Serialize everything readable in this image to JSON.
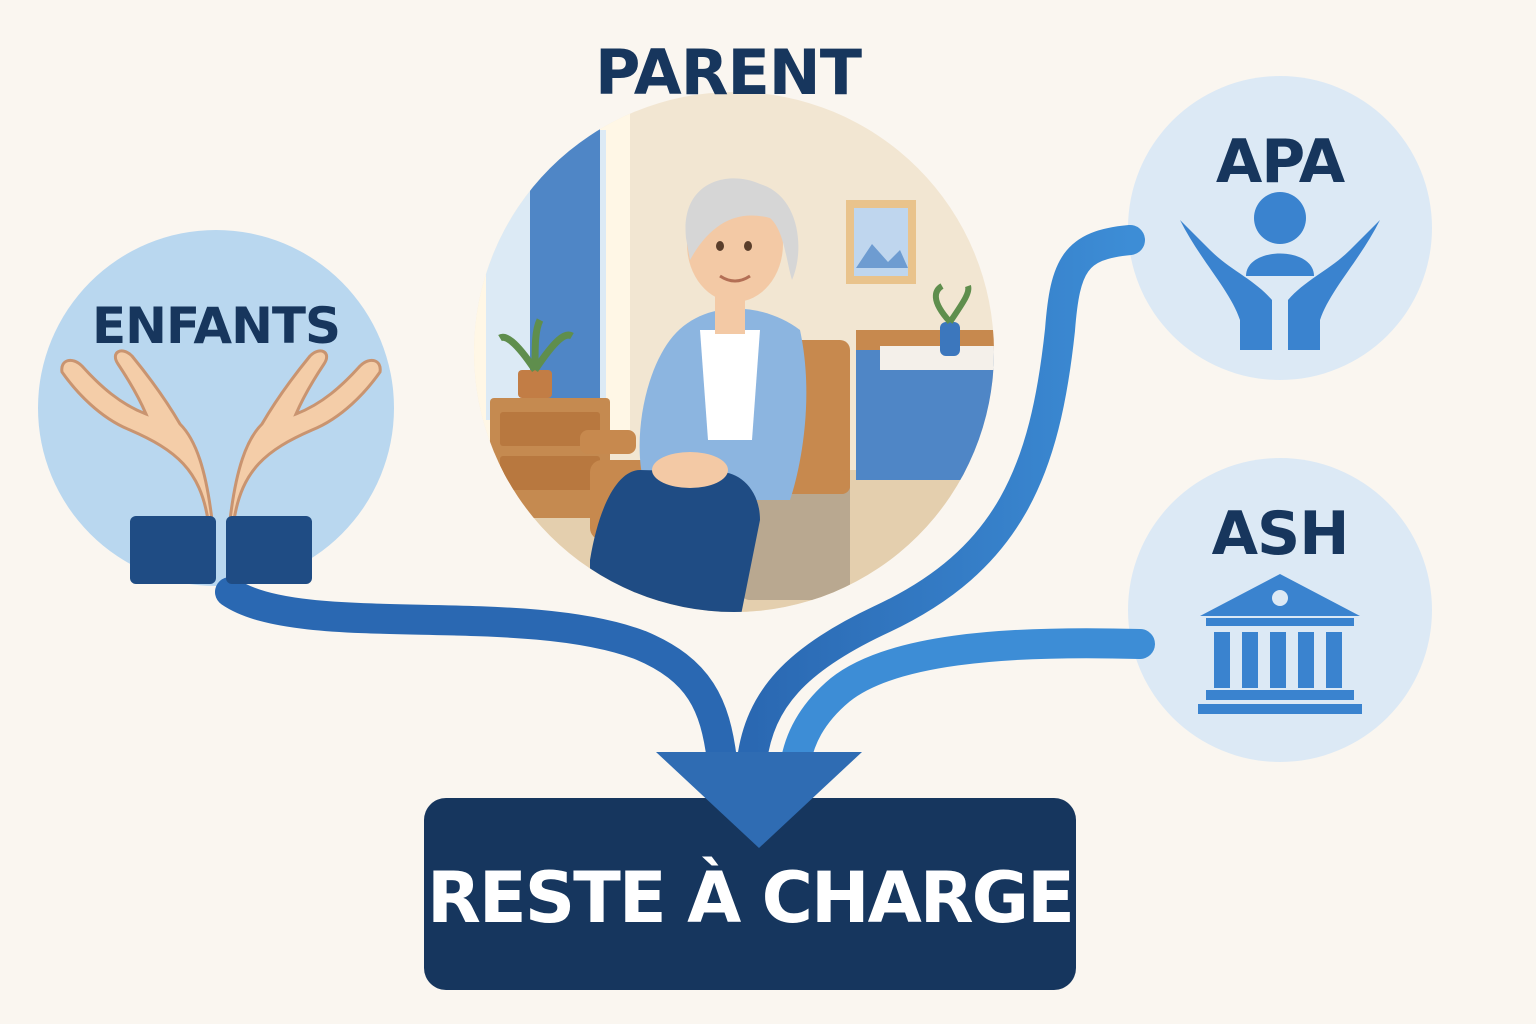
{
  "diagram": {
    "parent": {
      "label": "PARENT"
    },
    "enfants": {
      "label": "ENFANTS"
    },
    "apa": {
      "label": "APA"
    },
    "ash": {
      "label": "ASH"
    },
    "result": {
      "label": "RESTE À CHARGE"
    }
  },
  "icons": {
    "enfants": "open-hands-icon",
    "apa": "hands-holding-person-icon",
    "ash": "government-building-icon",
    "parent": "elderly-woman-illustration"
  },
  "colors": {
    "background": "#FAF6F0",
    "navy": "#16365E",
    "flow_blue": "#2E72BE",
    "light_blue_circle": "#B9D7EF",
    "pale_blue_circle": "#DCE9F5",
    "icon_blue": "#3A83CF"
  }
}
